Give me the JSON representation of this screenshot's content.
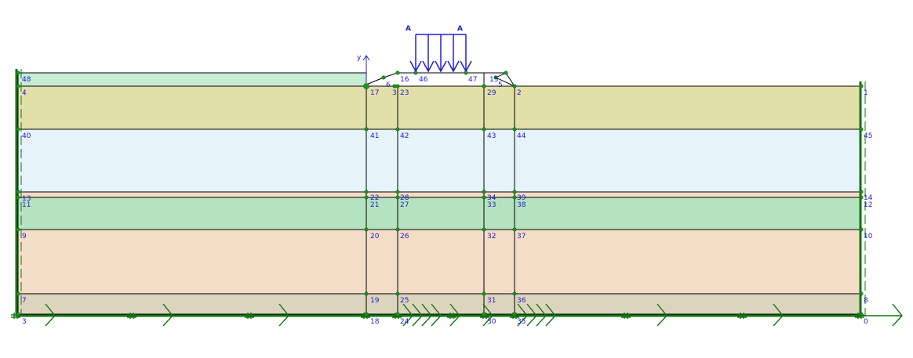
{
  "model": {
    "axis_label": "y",
    "load": {
      "label_left": "A",
      "label_right": "A"
    },
    "layers": [
      {
        "id": "layer-top-thin",
        "color": "#c7ecd3"
      },
      {
        "id": "layer-1",
        "color": "#e3dfa9"
      },
      {
        "id": "layer-2",
        "color": "#e6f3fb"
      },
      {
        "id": "layer-3-thin",
        "color": "#f3ddc7"
      },
      {
        "id": "layer-4",
        "color": "#b5e3c0"
      },
      {
        "id": "layer-5",
        "color": "#f3ddc7"
      },
      {
        "id": "layer-6",
        "color": "#ddd4bd"
      }
    ],
    "embankment_color": "#ffffff",
    "colors": {
      "line": "#000000",
      "node": "#1a9a1a",
      "boundary": "#127312",
      "label": "#1f1fd0",
      "load": "#1f1fd0"
    },
    "node_labels": [
      "48",
      "4",
      "40",
      "13",
      "11",
      "9",
      "7",
      "3",
      "17",
      "41",
      "22",
      "21",
      "20",
      "19",
      "18",
      "6",
      "16",
      "46",
      "47",
      "15",
      "5",
      "3",
      "23",
      "42",
      "28",
      "27",
      "26",
      "25",
      "24",
      "29",
      "43",
      "34",
      "33",
      "32",
      "31",
      "30",
      "2",
      "44",
      "39",
      "38",
      "37",
      "36",
      "35",
      "1",
      "45",
      "14",
      "12",
      "10",
      "8",
      "0"
    ]
  }
}
